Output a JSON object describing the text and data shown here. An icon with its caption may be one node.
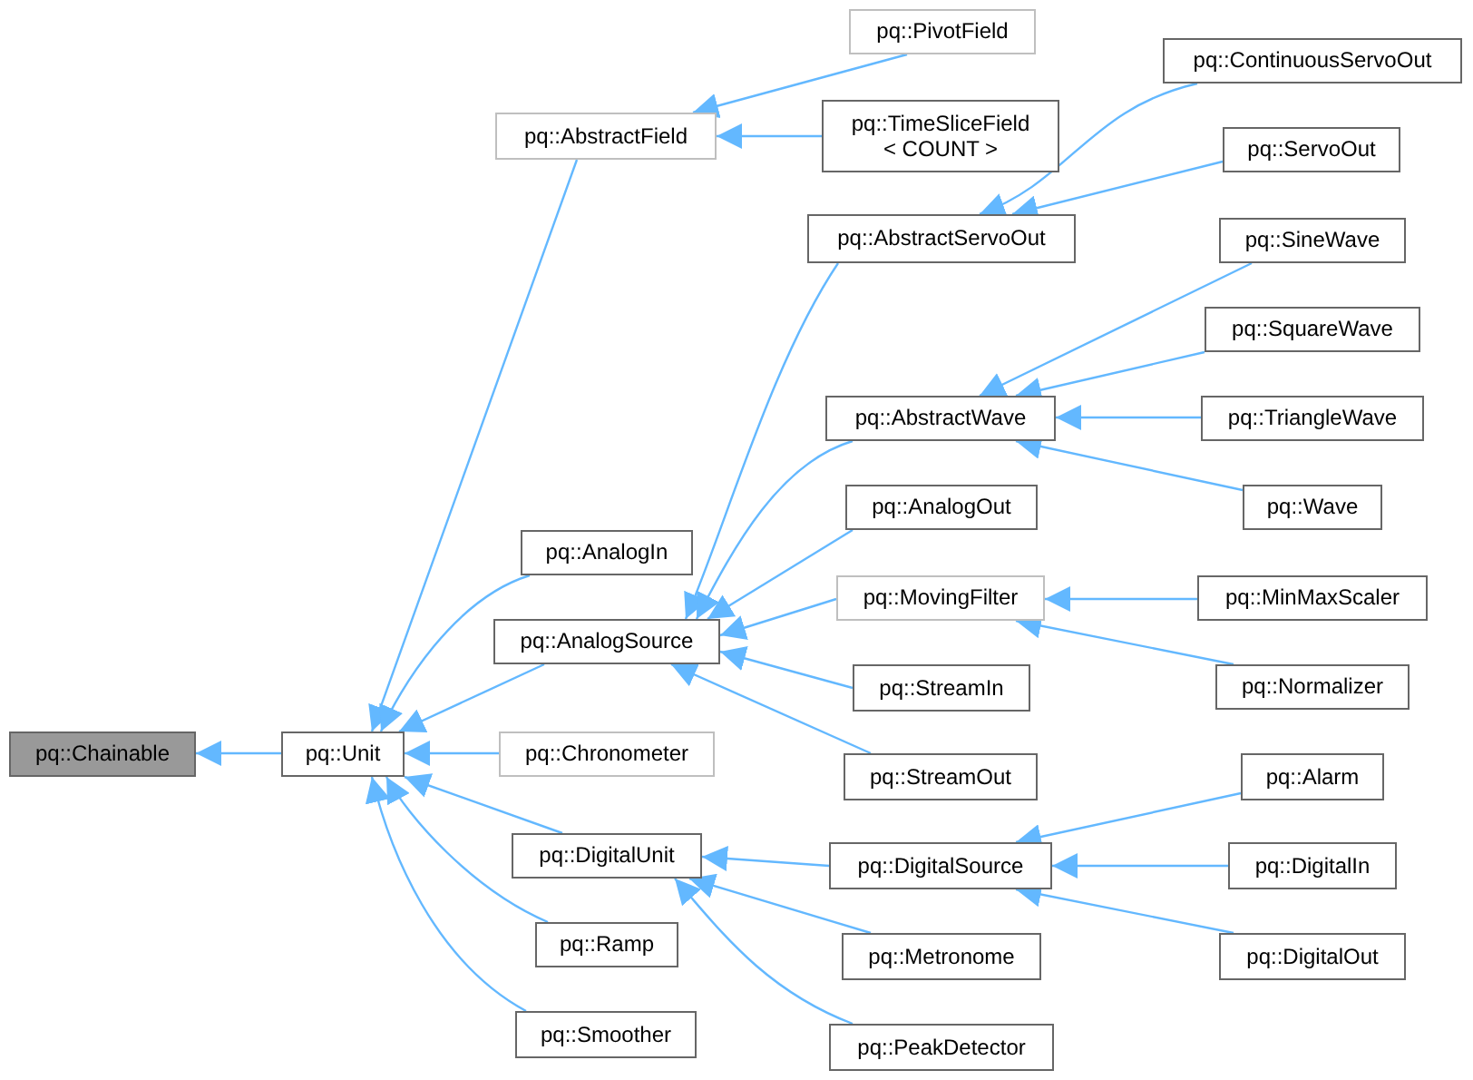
{
  "diagram": {
    "nodes": [
      {
        "text": [
          "pq::Chainable"
        ]
      },
      {
        "text": [
          "pq::Unit"
        ]
      },
      {
        "text": [
          "pq::AbstractField"
        ]
      },
      {
        "text": [
          "pq::PivotField"
        ]
      },
      {
        "text": [
          "pq::TimeSliceField < COUNT >"
        ]
      },
      {
        "text": [
          "pq::AbstractServoOut"
        ]
      },
      {
        "text": [
          "pq::ContinuousServoOut"
        ]
      },
      {
        "text": [
          "pq::ServoOut"
        ]
      },
      {
        "text": [
          "pq::AbstractWave"
        ]
      },
      {
        "text": [
          "pq::SineWave"
        ]
      },
      {
        "text": [
          "pq::SquareWave"
        ]
      },
      {
        "text": [
          "pq::TriangleWave"
        ]
      },
      {
        "text": [
          "pq::Wave"
        ]
      },
      {
        "text": [
          "pq::AnalogIn"
        ]
      },
      {
        "text": [
          "pq::AnalogSource"
        ]
      },
      {
        "text": [
          "pq::AnalogOut"
        ]
      },
      {
        "text": [
          "pq::MovingFilter"
        ]
      },
      {
        "text": [
          "pq::MinMaxScaler"
        ]
      },
      {
        "text": [
          "pq::Normalizer"
        ]
      },
      {
        "text": [
          "pq::StreamIn"
        ]
      },
      {
        "text": [
          "pq::StreamOut"
        ]
      },
      {
        "text": [
          "pq::Chronometer"
        ]
      },
      {
        "text": [
          "pq::DigitalUnit"
        ]
      },
      {
        "text": [
          "pq::DigitalSource"
        ]
      },
      {
        "text": [
          "pq::Alarm"
        ]
      },
      {
        "text": [
          "pq::DigitalIn"
        ]
      },
      {
        "text": [
          "pq::DigitalOut"
        ]
      },
      {
        "text": [
          "pq::Metronome"
        ]
      },
      {
        "text": [
          "pq::PeakDetector"
        ]
      },
      {
        "text": [
          "pq::Ramp"
        ]
      },
      {
        "text": [
          "pq::Smoother"
        ]
      }
    ],
    "edges": [
      {
        "from": 1,
        "to": 0,
        "arrow": "to"
      },
      {
        "from": 2,
        "to": 1,
        "arrow": "to"
      },
      {
        "from": 3,
        "to": 2,
        "arrow": "to"
      },
      {
        "from": 4,
        "to": 2,
        "arrow": "to"
      },
      {
        "from": 5,
        "to": 14,
        "arrow": "to"
      },
      {
        "from": 6,
        "to": 5,
        "arrow": "to"
      },
      {
        "from": 7,
        "to": 5,
        "arrow": "to"
      },
      {
        "from": 8,
        "to": 14,
        "arrow": "to"
      },
      {
        "from": 9,
        "to": 8,
        "arrow": "to"
      },
      {
        "from": 10,
        "to": 8,
        "arrow": "to"
      },
      {
        "from": 11,
        "to": 8,
        "arrow": "to"
      },
      {
        "from": 12,
        "to": 8,
        "arrow": "to"
      },
      {
        "from": 13,
        "to": 1,
        "arrow": "to"
      },
      {
        "from": 14,
        "to": 1,
        "arrow": "to"
      },
      {
        "from": 15,
        "to": 14,
        "arrow": "to"
      },
      {
        "from": 16,
        "to": 14,
        "arrow": "to"
      },
      {
        "from": 17,
        "to": 16,
        "arrow": "to"
      },
      {
        "from": 18,
        "to": 16,
        "arrow": "to"
      },
      {
        "from": 19,
        "to": 14,
        "arrow": "to"
      },
      {
        "from": 20,
        "to": 14,
        "arrow": "to"
      },
      {
        "from": 21,
        "to": 1,
        "arrow": "to"
      },
      {
        "from": 22,
        "to": 1,
        "arrow": "to"
      },
      {
        "from": 23,
        "to": 22,
        "arrow": "to"
      },
      {
        "from": 24,
        "to": 23,
        "arrow": "to"
      },
      {
        "from": 25,
        "to": 23,
        "arrow": "to"
      },
      {
        "from": 26,
        "to": 23,
        "arrow": "to"
      },
      {
        "from": 27,
        "to": 22,
        "arrow": "to"
      },
      {
        "from": 28,
        "to": 22,
        "arrow": "to"
      },
      {
        "from": 29,
        "to": 1,
        "arrow": "to"
      },
      {
        "from": 30,
        "to": 1,
        "arrow": "to"
      }
    ]
  }
}
